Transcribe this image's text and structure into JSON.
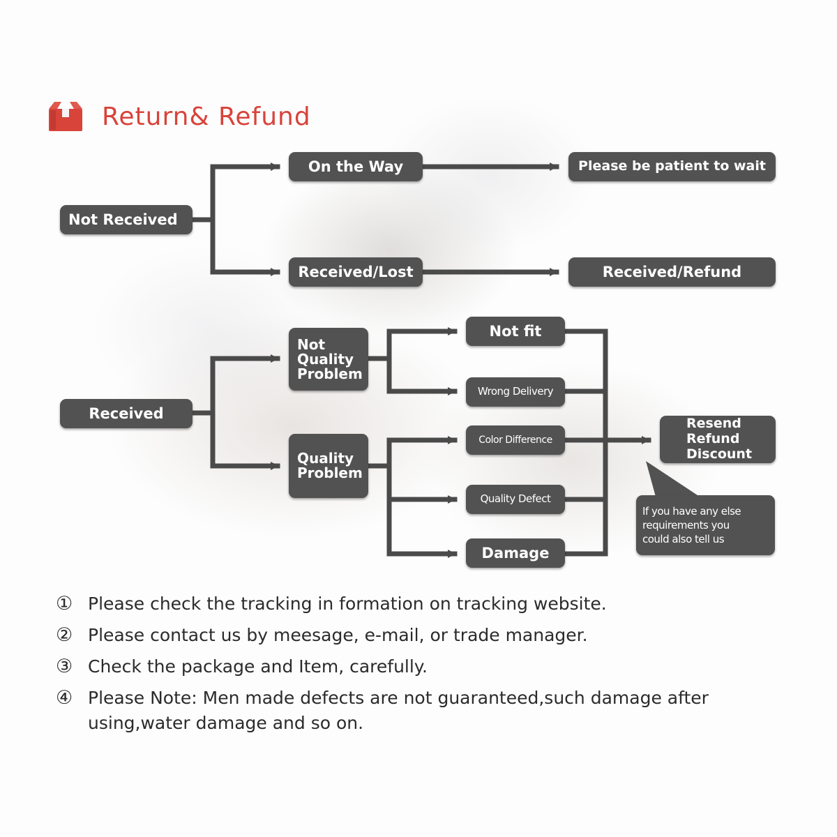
{
  "title": "Return& Refund",
  "nodes": {
    "not_received": "Not Received",
    "on_the_way": "On the Way",
    "please_wait": "Please be patient to wait",
    "received_lost": "Received/Lost",
    "received_refund": "Received/Refund",
    "received": "Received",
    "not_quality_problem": [
      "Not",
      "Quality",
      "Problem"
    ],
    "quality_problem": [
      "Quality",
      "Problem"
    ],
    "not_fit": "Not fit",
    "wrong_delivery": "Wrong Delivery",
    "color_difference": "Color Difference",
    "quality_defect": "Quality Defect",
    "damage": "Damage",
    "resolution": [
      "Resend",
      "Refund",
      "Discount"
    ],
    "callout": [
      "If you have any else",
      "requirements you",
      "could also tell us"
    ]
  },
  "notes": [
    {
      "marker": "①",
      "text": "Please check the tracking in formation on tracking website."
    },
    {
      "marker": "②",
      "text": "Please contact us by meesage, e-mail, or trade manager."
    },
    {
      "marker": "③",
      "text": "Check the package and Item, carefully."
    },
    {
      "marker": "④",
      "text": "Please Note: Men made defects  are not guaranteed,such damage after using,water damage and so on."
    }
  ],
  "colors": {
    "box": "#525252",
    "line": "#4a4a4a",
    "title": "#d8433a",
    "text": "#2b2b2b"
  },
  "icon": "box-icon"
}
